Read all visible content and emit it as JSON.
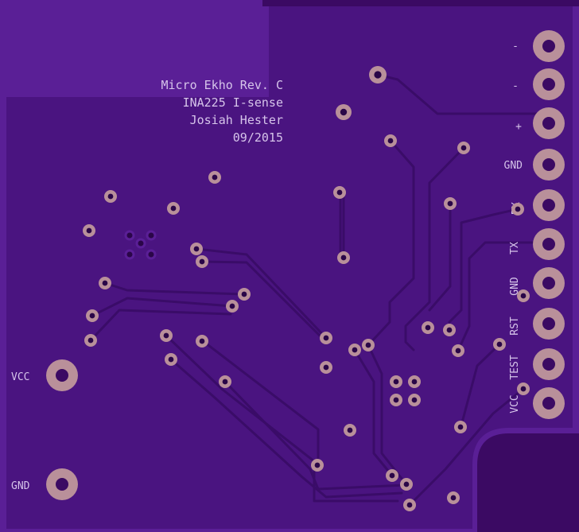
{
  "colors": {
    "background": "#3b0a63",
    "board": "#4a1480",
    "pour": "#5a1f96",
    "trace": "#3f0e70",
    "pad": "#b9909a",
    "silkscreen": "#d6c4ea"
  },
  "silkscreen": {
    "title_lines": [
      "Micro Ekho Rev. C",
      "INA225 I-sense",
      "Josiah Hester",
      "09/2015"
    ]
  },
  "header_pins": [
    {
      "label": "-"
    },
    {
      "label": "-"
    },
    {
      "label": "+"
    },
    {
      "label": "GND"
    },
    {
      "label": "RX"
    },
    {
      "label": "TX"
    },
    {
      "label": "GND"
    },
    {
      "label": "RST"
    },
    {
      "label": "TEST"
    },
    {
      "label": "VCC"
    }
  ],
  "power_pads": [
    {
      "label": "VCC"
    },
    {
      "label": "GND"
    }
  ]
}
